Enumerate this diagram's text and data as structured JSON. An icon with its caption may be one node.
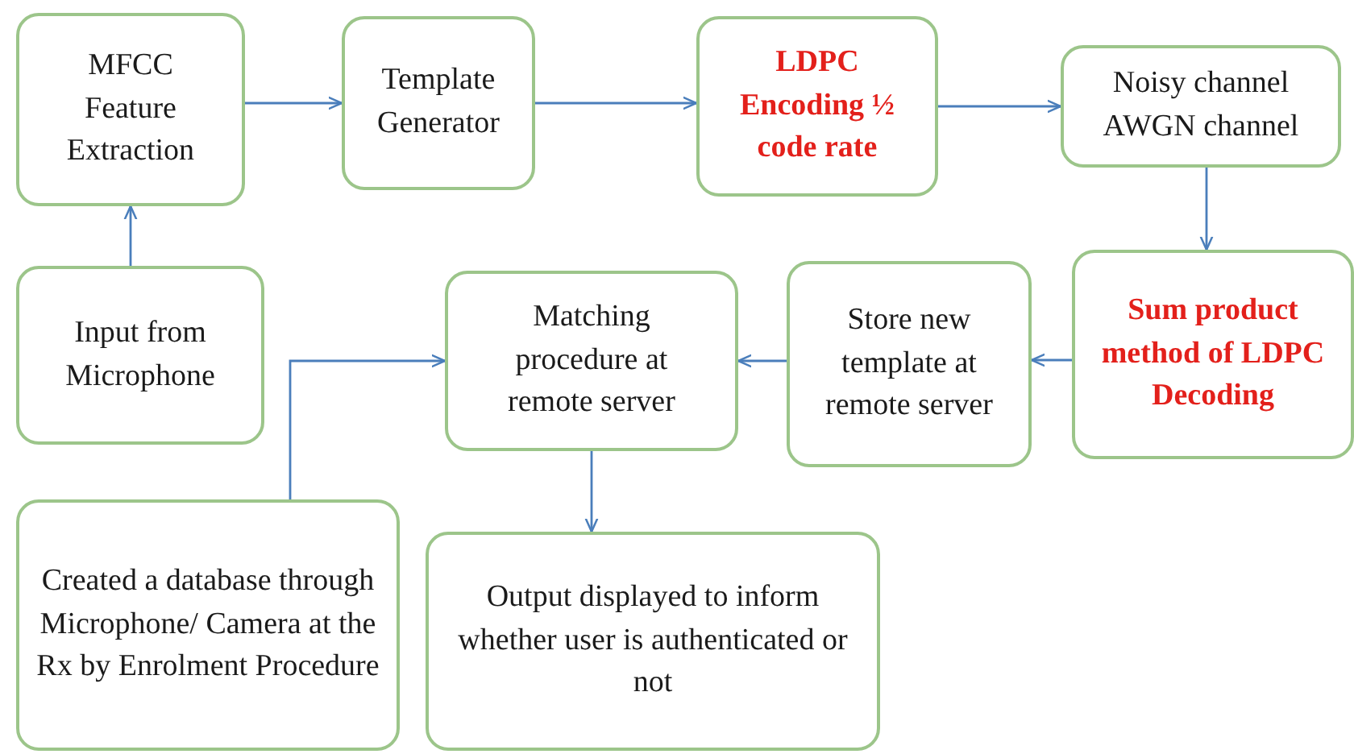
{
  "diagram": {
    "nodes": [
      {
        "text": [
          "MFCC Feature Extraction"
        ]
      },
      {
        "text": [
          "Template Generator"
        ]
      },
      {
        "text": [
          "LDPC Encoding ½ code rate"
        ]
      },
      {
        "text": [
          "Noisy channel AWGN channel"
        ]
      },
      {
        "text": [
          "Sum product method of LDPC Decoding"
        ]
      },
      {
        "text": [
          "Store new template at remote server"
        ]
      },
      {
        "text": [
          "Matching procedure at remote server"
        ]
      },
      {
        "text": [
          "Input from Microphone"
        ]
      },
      {
        "text": [
          "Created a database through Microphone/ Camera at the Rx by Enrolment Procedure"
        ]
      },
      {
        "text": [
          "Output displayed to inform whether user is authenticated or not"
        ]
      }
    ],
    "edges": [
      {
        "from": 7,
        "to": 0,
        "arrow": "to"
      },
      {
        "from": 0,
        "to": 1,
        "arrow": "to"
      },
      {
        "from": 1,
        "to": 2,
        "arrow": "to"
      },
      {
        "from": 2,
        "to": 3,
        "arrow": "to"
      },
      {
        "from": 3,
        "to": 4,
        "arrow": "to"
      },
      {
        "from": 4,
        "to": 5,
        "arrow": "to"
      },
      {
        "from": 5,
        "to": 6,
        "arrow": "to"
      },
      {
        "from": 8,
        "to": 6,
        "arrow": "to"
      },
      {
        "from": 6,
        "to": 9,
        "arrow": "to"
      }
    ]
  }
}
